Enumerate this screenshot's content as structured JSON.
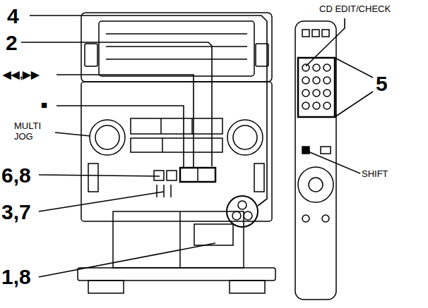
{
  "diagram": {
    "labels": [
      "4",
      "2",
      "◀◀,▶▶",
      "■",
      "MULTI JOG",
      "6,8",
      "3,7",
      "1,8",
      "CD EDIT/CHECK",
      "5",
      "SHIFT"
    ]
  }
}
